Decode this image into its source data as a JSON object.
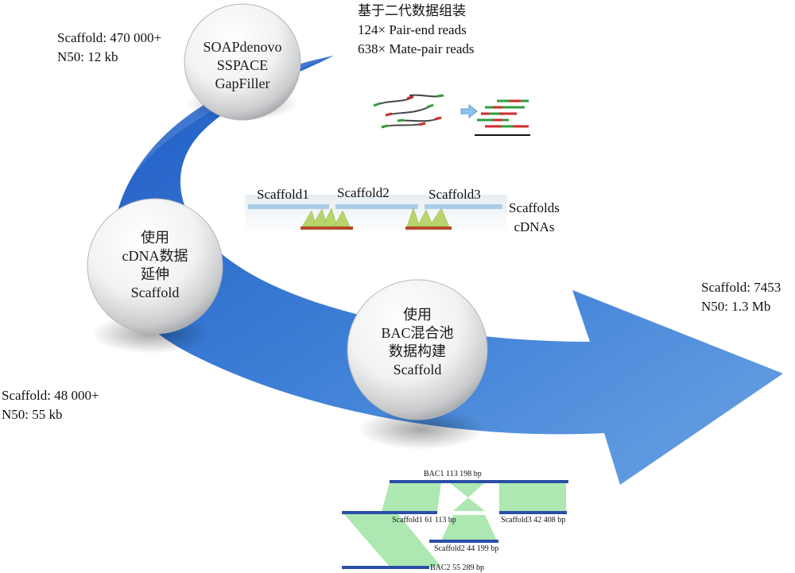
{
  "stage1": {
    "stats": [
      "Scaffold: 470 000+",
      "N50: 12 kb"
    ],
    "tools": [
      "SOAPdenovo",
      "SSPACE",
      "GapFiller"
    ],
    "reads": [
      "基于二代数据组装",
      "124× Pair-end reads",
      "638× Mate-pair reads"
    ]
  },
  "stage2": {
    "stats": [
      "Scaffold: 48 000+",
      "N50: 55 kb"
    ],
    "method": [
      "使用",
      "cDNA数据",
      "延伸",
      "Scaffold"
    ],
    "scaffold_labels": [
      "Scaffold1",
      "Scaffold2",
      "Scaffold3"
    ],
    "legend": [
      "Scaffolds",
      "cDNAs"
    ]
  },
  "stage3": {
    "stats": [
      "Scaffold: 7453",
      "N50: 1.3 Mb"
    ],
    "method": [
      "使用",
      "BAC混合池",
      "数据构建",
      "Scaffold"
    ],
    "alignment_labels": {
      "bac1": "BAC1 113 198 bp",
      "scaffold1": "Scaffold1 61 113 bp",
      "scaffold2": "Scaffold2 44 199 bp",
      "scaffold3": "Scaffold3 42 408 bp",
      "bac2": "BAC2 55 289 bp"
    }
  },
  "colors": {
    "arrow": "#2f6fcf",
    "scaffold_bar": "#a9cde8",
    "cdna": "#b7d56a",
    "cdna_base": "#b54a2b",
    "bac_line": "#2a4fa8",
    "synteny": "#9fe3a3"
  }
}
